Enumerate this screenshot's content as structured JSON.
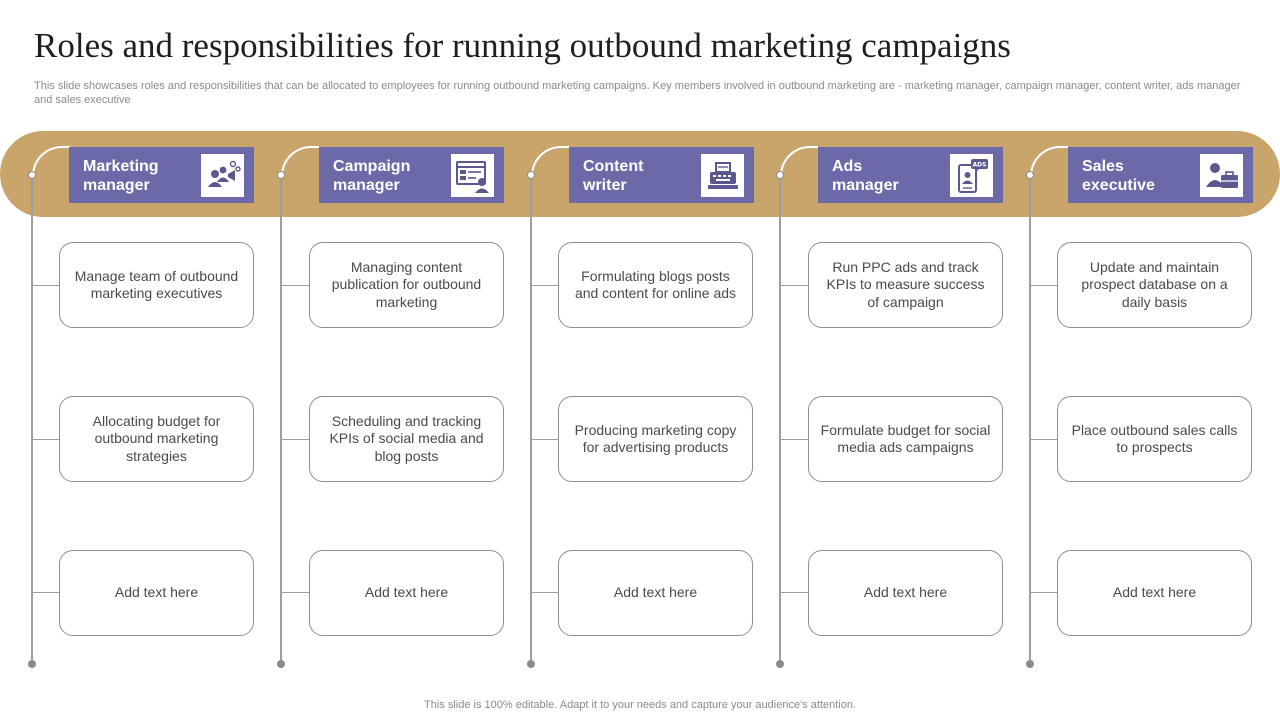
{
  "title": "Roles and responsibilities for running outbound marketing campaigns",
  "subtitle": "This slide showcases roles and responsibilities that can be allocated to employees for running outbound marketing campaigns. Key members involved in outbound marketing are - marketing manager, campaign manager, content writer, ads manager and sales executive",
  "colors": {
    "band": "#c9a46b",
    "header": "#6b69a8"
  },
  "roles": [
    {
      "line1": "Marketing",
      "line2": "manager",
      "icon": "team-megaphone-icon",
      "tasks": [
        "Manage team of outbound marketing executives",
        "Allocating budget for outbound marketing strategies",
        "Add text here"
      ]
    },
    {
      "line1": "Campaign",
      "line2": "manager",
      "icon": "campaign-screen-icon",
      "tasks": [
        "Managing content publication for outbound marketing",
        "Scheduling and tracking KPIs of social media and blog posts",
        "Add text here"
      ]
    },
    {
      "line1": "Content",
      "line2": "writer",
      "icon": "typewriter-icon",
      "tasks": [
        "Formulating blogs posts and content for online ads",
        "Producing marketing copy for advertising products",
        "Add text here"
      ]
    },
    {
      "line1": "Ads",
      "line2": "manager",
      "icon": "ads-phone-icon",
      "tasks": [
        "Run PPC ads and track KPIs to measure success of campaign",
        "Formulate budget for social media ads campaigns",
        "Add text here"
      ]
    },
    {
      "line1": "Sales",
      "line2": "executive",
      "icon": "sales-briefcase-icon",
      "tasks": [
        "Update and maintain prospect database on a daily basis",
        "Place outbound sales calls to prospects",
        "Add text here"
      ]
    }
  ],
  "footer": "This slide is 100% editable. Adapt it to your needs and capture your audience's attention."
}
